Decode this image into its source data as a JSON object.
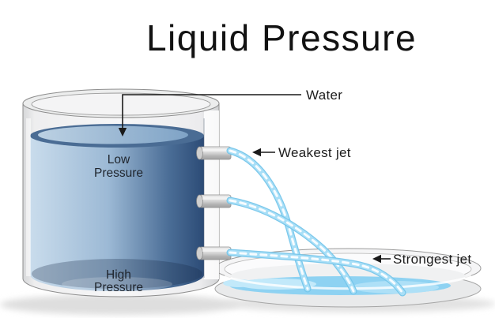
{
  "title": "Liquid Pressure",
  "labels": {
    "water": "Water",
    "weakest_jet": "Weakest jet",
    "strongest_jet": "Strongest jet",
    "low_pressure_line1": "Low",
    "low_pressure_line2": "Pressure",
    "high_pressure_line1": "High",
    "high_pressure_line2": "Pressure"
  },
  "colors": {
    "background": "#ffffff",
    "water_light": "#c9dcec",
    "water_dark": "#2c4b76",
    "water_surface": "#4a6c94",
    "jet_edge": "#74c5ea",
    "jet_fill": "#a9dff7",
    "puddle_blue": "#8ed2f2",
    "glass_gray": "#f2f2f3",
    "outline_gray": "#8e8e8e",
    "label_text": "#1c1c1c"
  }
}
